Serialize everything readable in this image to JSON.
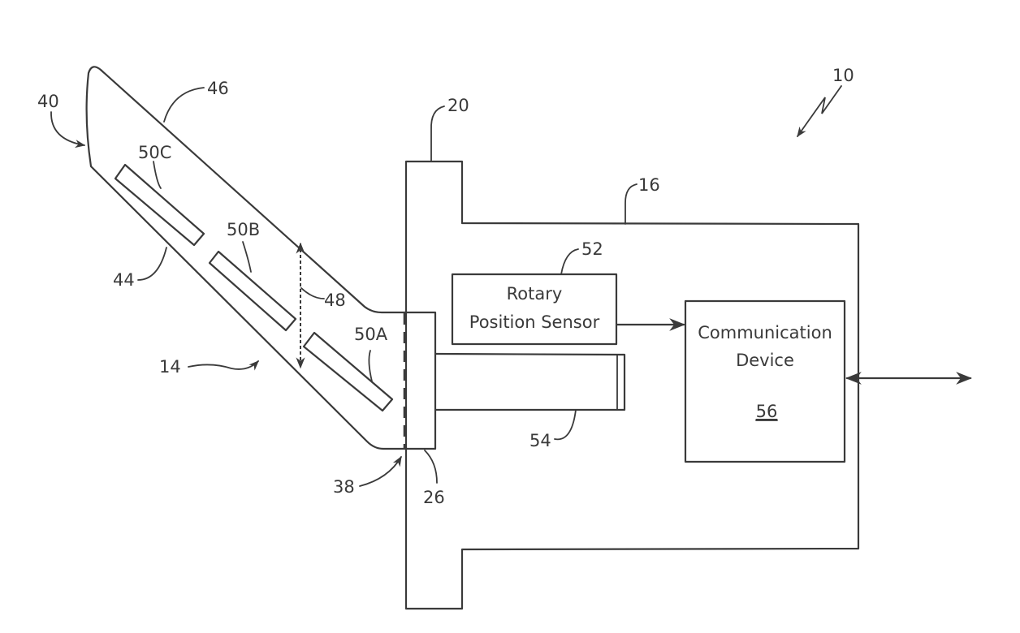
{
  "figure": {
    "reference_numerals": {
      "system": "10",
      "blade_assembly": "14",
      "housing": "16",
      "flange": "20",
      "hub_interface": "26",
      "pivot_joint": "38",
      "blade_tip": "40",
      "lower_edge": "44",
      "upper_edge": "46",
      "blade_width": "48",
      "sensor_a": "50A",
      "sensor_b": "50B",
      "sensor_c": "50C",
      "sensor_box": "52",
      "shaft": "54"
    },
    "rotary_sensor": {
      "line1": "Rotary",
      "line2": "Position Sensor"
    },
    "comm_device": {
      "line1": "Communication",
      "line2": "Device",
      "number": "56"
    },
    "colors": {
      "ink": "#3a3a3a",
      "background": "#ffffff"
    }
  }
}
